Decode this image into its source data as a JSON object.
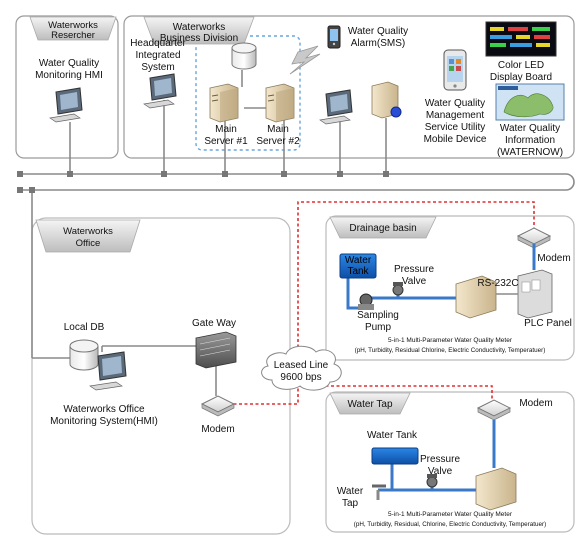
{
  "sections": {
    "researcher": {
      "title_1": "Waterworks",
      "title_2": "Resercher",
      "hmi_1": "Water Quality",
      "hmi_2": "Monitoring HMI"
    },
    "business": {
      "title_1": "Waterworks",
      "title_2": "Business Division",
      "hq_1": "Headquarter",
      "hq_2": "Integrated",
      "hq_3": "System",
      "server1_1": "Main",
      "server1_2": "Server #1",
      "server2_1": "Main",
      "server2_2": "Server #2",
      "alarm_1": "Water Quality",
      "alarm_2": "Alarm(SMS)",
      "led_1": "Color LED",
      "led_2": "Display Board",
      "mobile_1": "Water Quality",
      "mobile_2": "Management",
      "mobile_3": "Service Utility",
      "mobile_4": "Mobile Device",
      "info_1": "Water Quality",
      "info_2": "Information",
      "info_3": "(WATERNOW)"
    },
    "office": {
      "title_1": "Waterworks",
      "title_2": "Office",
      "local_db": "Local DB",
      "gateway": "Gate Way",
      "hmi_1": "Waterworks Office",
      "hmi_2": "Monitoring System(HMI)",
      "modem": "Modem"
    },
    "leased_line": {
      "line_1": "Leased Line",
      "line_2": "9600 bps"
    },
    "drainage": {
      "title": "Drainage basin",
      "modem": "Modem",
      "tank_1": "Water",
      "tank_2": "Tank",
      "valve_1": "Pressure",
      "valve_2": "Valve",
      "rs232": "RS-232C",
      "pump_1": "Sampling",
      "pump_2": "Pump",
      "plc": "PLC Panel",
      "meter_1": "5-in-1 Multi-Parameter Water Quality Meter",
      "meter_2": "(pH, Turbidity, Residual Chlorine, Electric  Conductivity, Temperatuer)"
    },
    "tap": {
      "title": "Water Tap",
      "modem": "Modem",
      "tank": "Water Tank",
      "valve_1": "Pressure",
      "valve_2": "Valve",
      "tap_1": "Water",
      "tap_2": "Tap",
      "meter_1": "5-in-1 Multi-Parameter Water Quality Meter",
      "meter_2": "(pH, Turbidity, Residual, Chlorine, Electric  Conductivity, Temperatuer)"
    }
  },
  "colors": {
    "leased_line": "#e03030",
    "bus": "#8a8a8a",
    "pipe": "#3a78c8",
    "tank": "#1f6fd0"
  }
}
